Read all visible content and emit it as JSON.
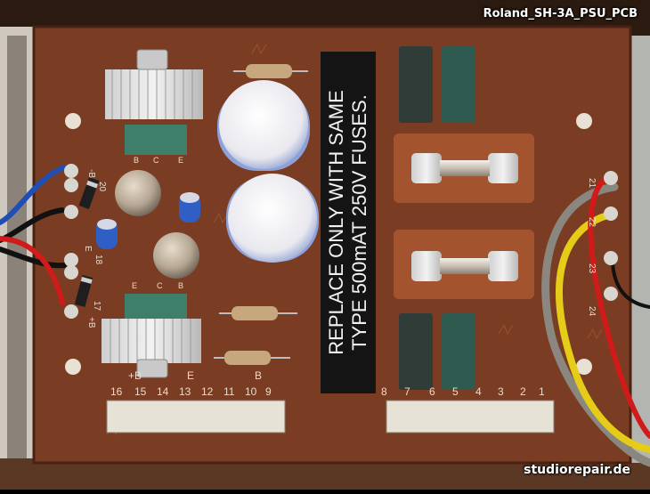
{
  "captions": {
    "title": "Roland_SH-3A_PSU_PCB",
    "credit": "studiorepair.de"
  },
  "warning_label": {
    "line1": "REPLACE ONLY WITH SAME",
    "line2": "TYPE 500mAT 250V FUSES."
  },
  "silkscreen": {
    "row_bottom": [
      "16",
      "15",
      "14",
      "13",
      "12",
      "11",
      "10",
      "9"
    ],
    "row_right": [
      "8",
      "7",
      "6",
      "5",
      "4",
      "3",
      "2",
      "1"
    ],
    "group_plus_b": "+B",
    "group_e": "E",
    "group_b": "B",
    "transistor_top": [
      "B",
      "C",
      "E"
    ],
    "transistor_bottom": [
      "E",
      "C",
      "B"
    ],
    "left_labels": [
      "-B",
      "20",
      "E",
      "18",
      "17",
      "+B"
    ],
    "right_labels": [
      "21",
      "22",
      "23",
      "24"
    ]
  },
  "colors": {
    "pcb": "#7a3c22",
    "pcb_dark": "#5e2c17",
    "label_bg": "#141414",
    "label_text": "#f2f2f2",
    "wood": "#5a3824",
    "wire_red": "#d11a1a",
    "wire_yellow": "#e4cc18",
    "wire_gray": "#8a8680",
    "wire_blue": "#1f4fb5",
    "wire_black": "#111111",
    "cap_blue": "#8fa2d8"
  }
}
